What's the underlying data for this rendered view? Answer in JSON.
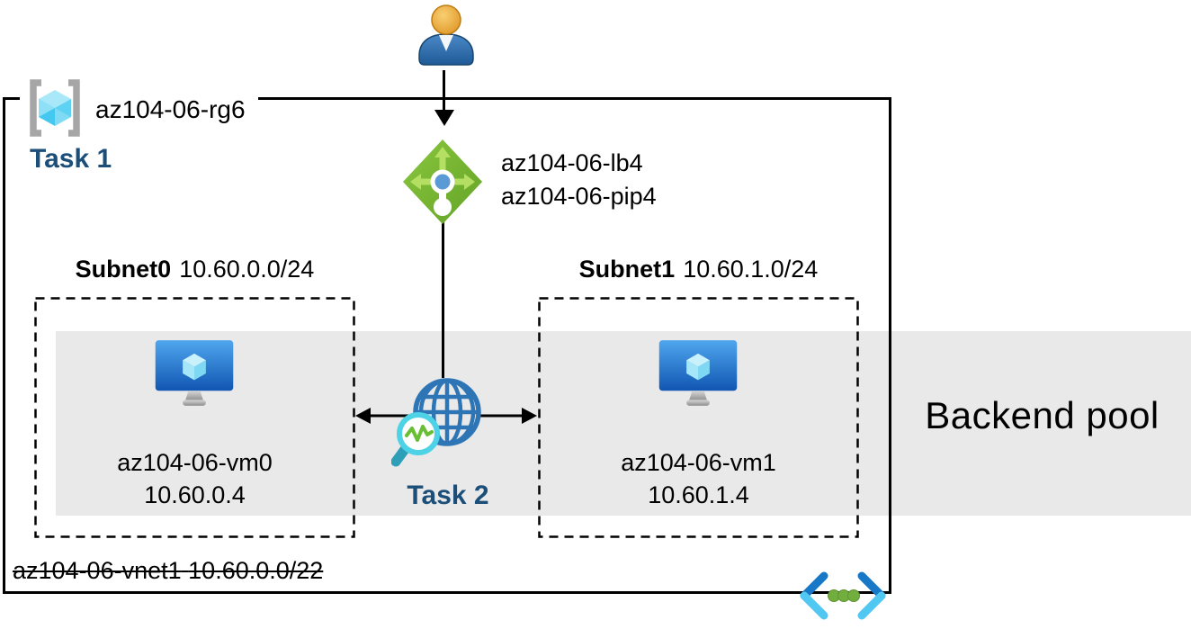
{
  "diagram": {
    "resource_group": {
      "name": "az104-06-rg6",
      "task": "Task 1"
    },
    "load_balancer": {
      "name": "az104-06-lb4",
      "public_ip": "az104-06-pip4",
      "task": "Task 2"
    },
    "subnets": {
      "subnet0": {
        "name": "Subnet0",
        "cidr": "10.60.0.0/24",
        "vm": {
          "name": "az104-06-vm0",
          "ip": "10.60.0.4"
        }
      },
      "subnet1": {
        "name": "Subnet1",
        "cidr": "10.60.1.0/24",
        "vm": {
          "name": "az104-06-vm1",
          "ip": "10.60.1.4"
        }
      }
    },
    "backend_pool": {
      "label": "Backend pool"
    },
    "vnet": {
      "name": "az104-06-vnet1",
      "cidr": "10.60.0.0/22"
    },
    "icons": {
      "user": "user-person-icon",
      "resource_group": "resource-group-brackets-cube-icon",
      "load_balancer": "load-balancer-diamond-icon",
      "virtual_machine": "vm-monitor-cube-icon",
      "health_probe": "globe-health-probe-magnifier-icon",
      "virtual_network": "vnet-chevrons-dots-icon"
    },
    "colors": {
      "task_label_blue": "#1B4E79",
      "lb_green": "#77BC31",
      "lb_arrow_green": "#B5DF62",
      "backend_band_gray": "#E9E9E9",
      "globe_blue": "#2E75B6",
      "vm_monitor_blue": "#2F7CD6",
      "magnifier_cyan": "#4ED2E6",
      "probe_zigzag_green": "#68BE35",
      "vnet_dark_blue": "#1878C8",
      "vnet_light_blue": "#50C8F2",
      "vnet_dot_green": "#72AE3E",
      "rg_bracket_gray": "#A6A6A6",
      "cube_cyan": "#44C8EF"
    }
  }
}
